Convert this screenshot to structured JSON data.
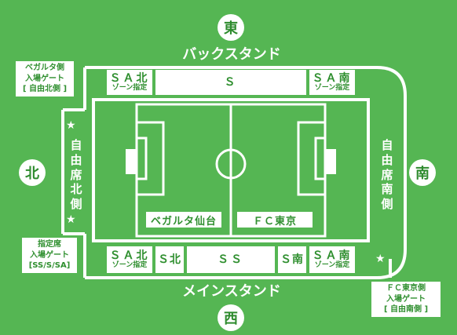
{
  "directions": {
    "east": "東",
    "west": "西",
    "north": "北",
    "south": "南"
  },
  "stands": {
    "back": "バックスタンド",
    "main": "メインスタンド"
  },
  "top_zones": [
    {
      "big": "ＳＡ北",
      "small": "ゾーン指定"
    },
    {
      "big": "Ｓ",
      "small": ""
    },
    {
      "big": "ＳＡ南",
      "small": "ゾーン指定"
    }
  ],
  "bottom_zones": [
    {
      "big": "ＳＡ北",
      "small": "ゾーン指定"
    },
    {
      "big": "Ｓ北",
      "small": ""
    },
    {
      "big": "ＳＳ",
      "small": ""
    },
    {
      "big": "Ｓ南",
      "small": ""
    },
    {
      "big": "ＳＡ南",
      "small": "ゾーン指定"
    }
  ],
  "side_zones": {
    "north": "自由席北側",
    "south": "自由席南側"
  },
  "gates": {
    "vegalta": [
      "ベガルタ側",
      "入場ゲート",
      "[ 自由北側 ]"
    ],
    "reserved": [
      "指定席",
      "入場ゲート",
      "[SS/S/SA]"
    ],
    "fc_tokyo": [
      "ＦＣ東京側",
      "入場ゲート",
      "[ 自由南側 ]"
    ]
  },
  "team_labels": {
    "home": "ベガルタ仙台",
    "away": "ＦＣ東京"
  },
  "colors": {
    "field": "#55b653",
    "line": "#ffffff",
    "text_on_white": "#2f8f2f"
  }
}
